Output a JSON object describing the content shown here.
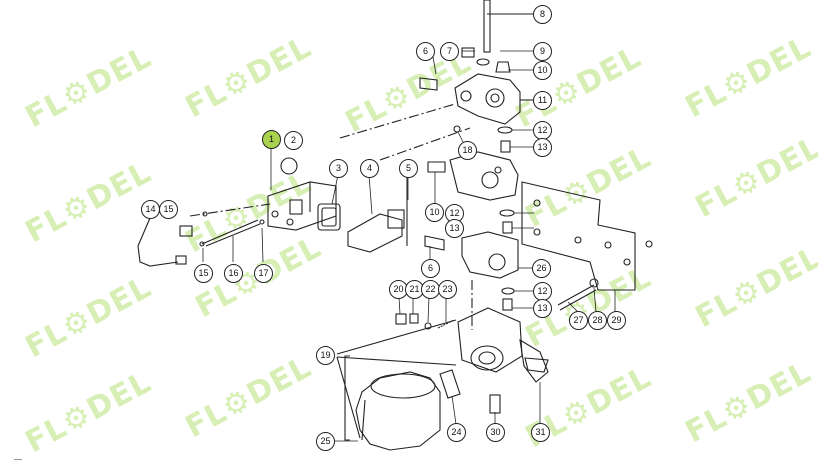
{
  "watermark": {
    "text": "FL⚙DEL",
    "color": "#b7e27a"
  },
  "highlight_color": "#a9d24f",
  "callouts": [
    {
      "id": "c1",
      "label": "1",
      "highlight": true
    },
    {
      "id": "c2",
      "label": "2"
    },
    {
      "id": "c3",
      "label": "3"
    },
    {
      "id": "c4",
      "label": "4"
    },
    {
      "id": "c5",
      "label": "5"
    },
    {
      "id": "c6a",
      "label": "6"
    },
    {
      "id": "c6b",
      "label": "6"
    },
    {
      "id": "c7",
      "label": "7"
    },
    {
      "id": "c8",
      "label": "8"
    },
    {
      "id": "c9",
      "label": "9"
    },
    {
      "id": "c10a",
      "label": "10"
    },
    {
      "id": "c10b",
      "label": "10"
    },
    {
      "id": "c11",
      "label": "11"
    },
    {
      "id": "c12a",
      "label": "12"
    },
    {
      "id": "c12b",
      "label": "12"
    },
    {
      "id": "c12c",
      "label": "12"
    },
    {
      "id": "c13a",
      "label": "13"
    },
    {
      "id": "c13b",
      "label": "13"
    },
    {
      "id": "c13c",
      "label": "13"
    },
    {
      "id": "c14",
      "label": "14"
    },
    {
      "id": "c15a",
      "label": "15"
    },
    {
      "id": "c15b",
      "label": "15"
    },
    {
      "id": "c16",
      "label": "16"
    },
    {
      "id": "c17",
      "label": "17"
    },
    {
      "id": "c18",
      "label": "18"
    },
    {
      "id": "c19",
      "label": "19"
    },
    {
      "id": "c20",
      "label": "20"
    },
    {
      "id": "c21",
      "label": "21"
    },
    {
      "id": "c22",
      "label": "22"
    },
    {
      "id": "c23",
      "label": "23"
    },
    {
      "id": "c24",
      "label": "24"
    },
    {
      "id": "c25",
      "label": "25"
    },
    {
      "id": "c26",
      "label": "26"
    },
    {
      "id": "c27",
      "label": "27"
    },
    {
      "id": "c28",
      "label": "28"
    },
    {
      "id": "c29",
      "label": "29"
    },
    {
      "id": "c30",
      "label": "30"
    },
    {
      "id": "c31",
      "label": "31"
    }
  ],
  "footer_mark": "—"
}
